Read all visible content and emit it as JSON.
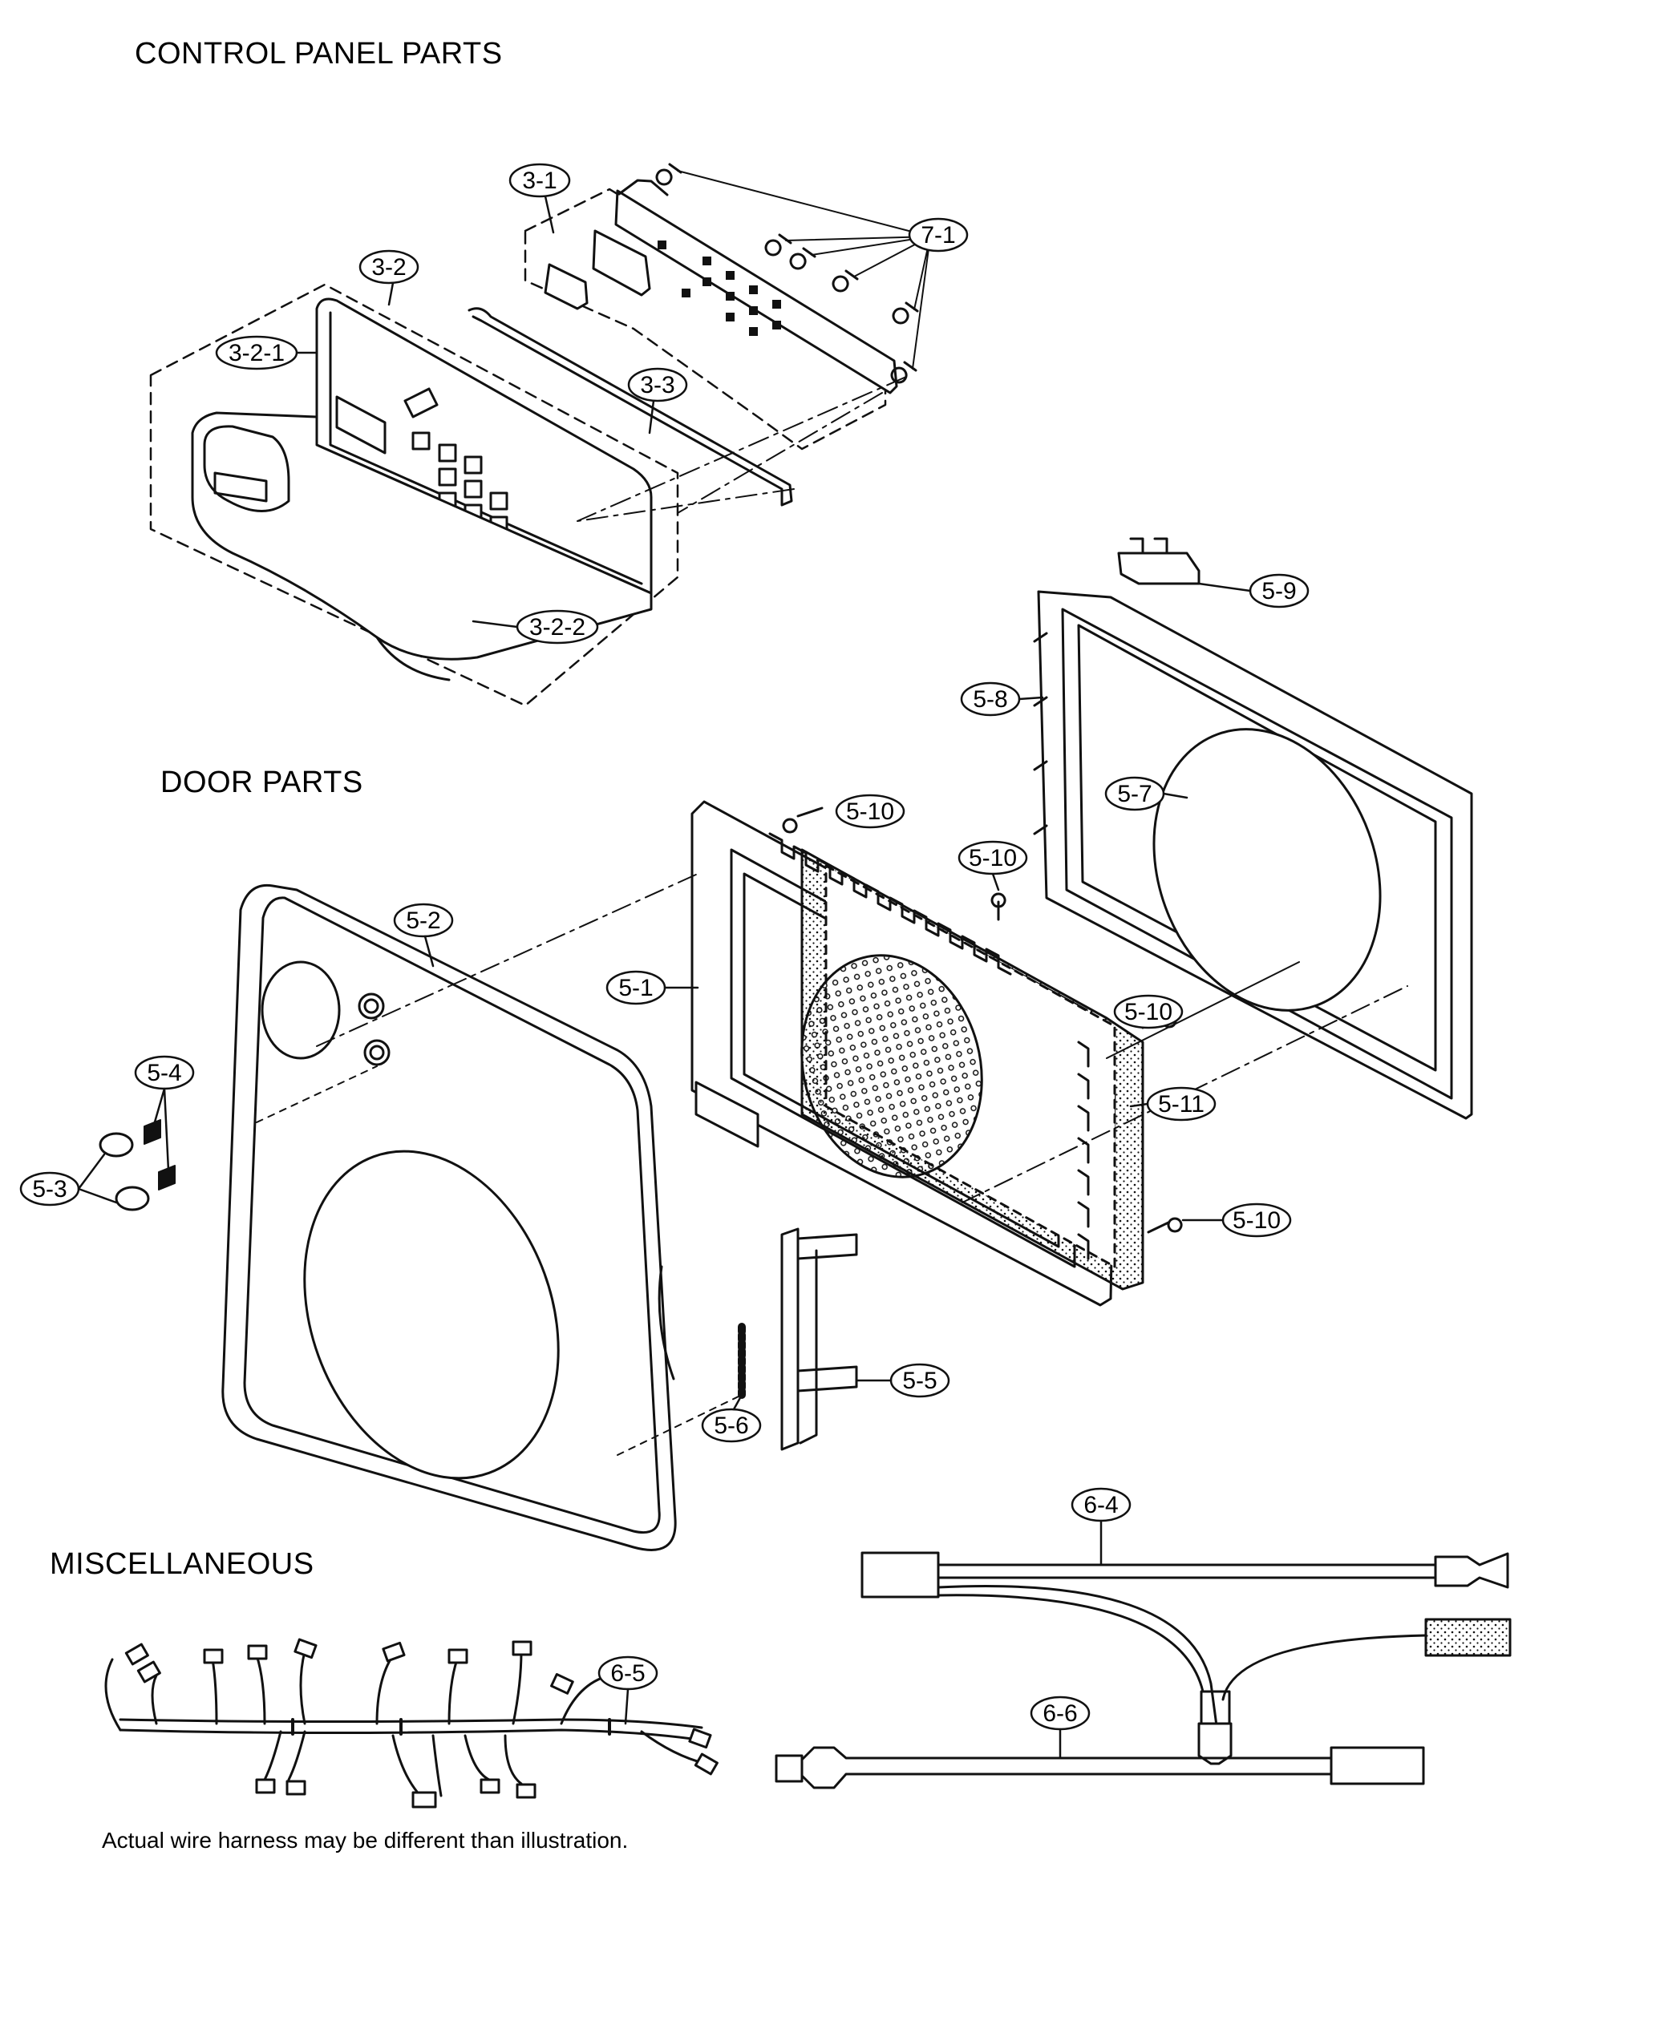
{
  "sections": {
    "control_panel": "CONTROL PANEL PARTS",
    "door": "DOOR PARTS",
    "misc": "MISCELLANEOUS"
  },
  "note": "Actual wire harness may be different than illustration.",
  "callouts": {
    "c3_1": "3-1",
    "c3_2": "3-2",
    "c3_2_1": "3-2-1",
    "c3_3": "3-3",
    "c7_1": "7-1",
    "c3_2_2": "3-2-2",
    "c5_9": "5-9",
    "c5_8": "5-8",
    "c5_7": "5-7",
    "c5_10a": "5-10",
    "c5_10b": "5-10",
    "c5_10c": "5-10",
    "c5_10d": "5-10",
    "c5_2": "5-2",
    "c5_1": "5-1",
    "c5_4": "5-4",
    "c5_3": "5-3",
    "c5_11": "5-11",
    "c5_5": "5-5",
    "c5_6": "5-6",
    "c6_4": "6-4",
    "c6_5": "6-5",
    "c6_6": "6-6"
  },
  "colors": {
    "ink": "#111111",
    "paper": "#ffffff"
  }
}
